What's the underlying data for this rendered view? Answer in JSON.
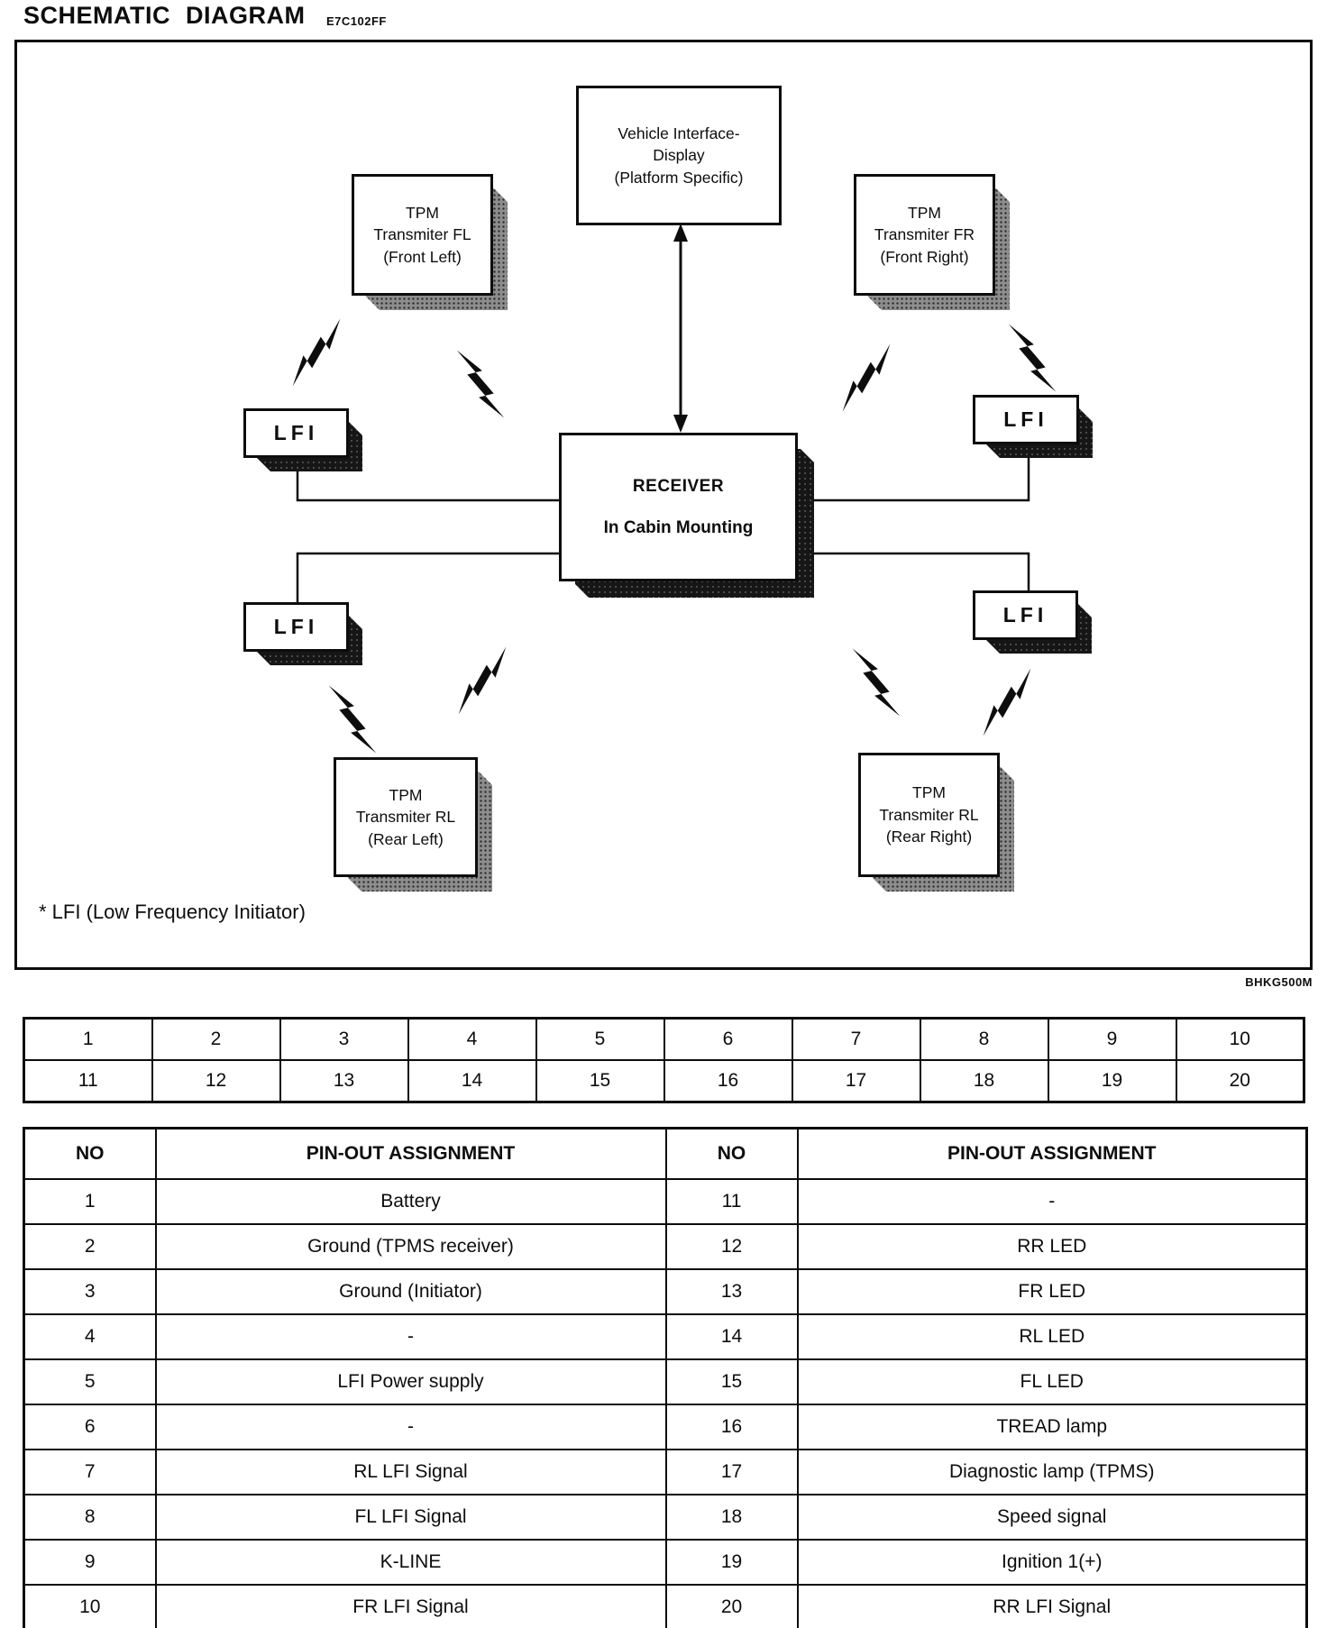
{
  "page": {
    "title": "SCHEMATIC DIAGRAM",
    "title_code": "E7C102FF",
    "figure_code": "BHKG500M"
  },
  "diagram": {
    "vehicle_interface": {
      "lines": [
        "Vehicle Interface-",
        "Display",
        "(Platform Specific)"
      ]
    },
    "receiver": {
      "line1": "RECEIVER",
      "line2": "In Cabin Mounting"
    },
    "tpm_fl": {
      "lines": [
        "TPM",
        "Transmiter FL",
        "(Front Left)"
      ]
    },
    "tpm_fr": {
      "lines": [
        "TPM",
        "Transmiter FR",
        "(Front Right)"
      ]
    },
    "tpm_rl": {
      "lines": [
        "TPM",
        "Transmiter RL",
        "(Rear Left)"
      ]
    },
    "tpm_rr": {
      "lines": [
        "TPM",
        "Transmiter RL",
        "(Rear Right)"
      ]
    },
    "lfi_label": "LFI",
    "legend": "* LFI (Low Frequency Initiator)"
  },
  "connector_table": {
    "row1": [
      "1",
      "2",
      "3",
      "4",
      "5",
      "6",
      "7",
      "8",
      "9",
      "10"
    ],
    "row2": [
      "11",
      "12",
      "13",
      "14",
      "15",
      "16",
      "17",
      "18",
      "19",
      "20"
    ]
  },
  "pinout_table": {
    "headers": {
      "no": "NO",
      "assignment": "PIN-OUT ASSIGNMENT"
    },
    "left_rows": [
      [
        "1",
        "Battery"
      ],
      [
        "2",
        "Ground (TPMS receiver)"
      ],
      [
        "3",
        "Ground (Initiator)"
      ],
      [
        "4",
        "-"
      ],
      [
        "5",
        "LFI Power supply"
      ],
      [
        "6",
        "-"
      ],
      [
        "7",
        "RL LFI Signal"
      ],
      [
        "8",
        "FL LFI Signal"
      ],
      [
        "9",
        "K-LINE"
      ],
      [
        "10",
        "FR LFI Signal"
      ]
    ],
    "right_rows": [
      [
        "11",
        "-"
      ],
      [
        "12",
        "RR LED"
      ],
      [
        "13",
        "FR LED"
      ],
      [
        "14",
        "RL LED"
      ],
      [
        "15",
        "FL LED"
      ],
      [
        "16",
        "TREAD lamp"
      ],
      [
        "17",
        "Diagnostic lamp (TPMS)"
      ],
      [
        "18",
        "Speed signal"
      ],
      [
        "19",
        "Ignition 1(+)"
      ],
      [
        "20",
        "RR LFI Signal"
      ]
    ]
  }
}
